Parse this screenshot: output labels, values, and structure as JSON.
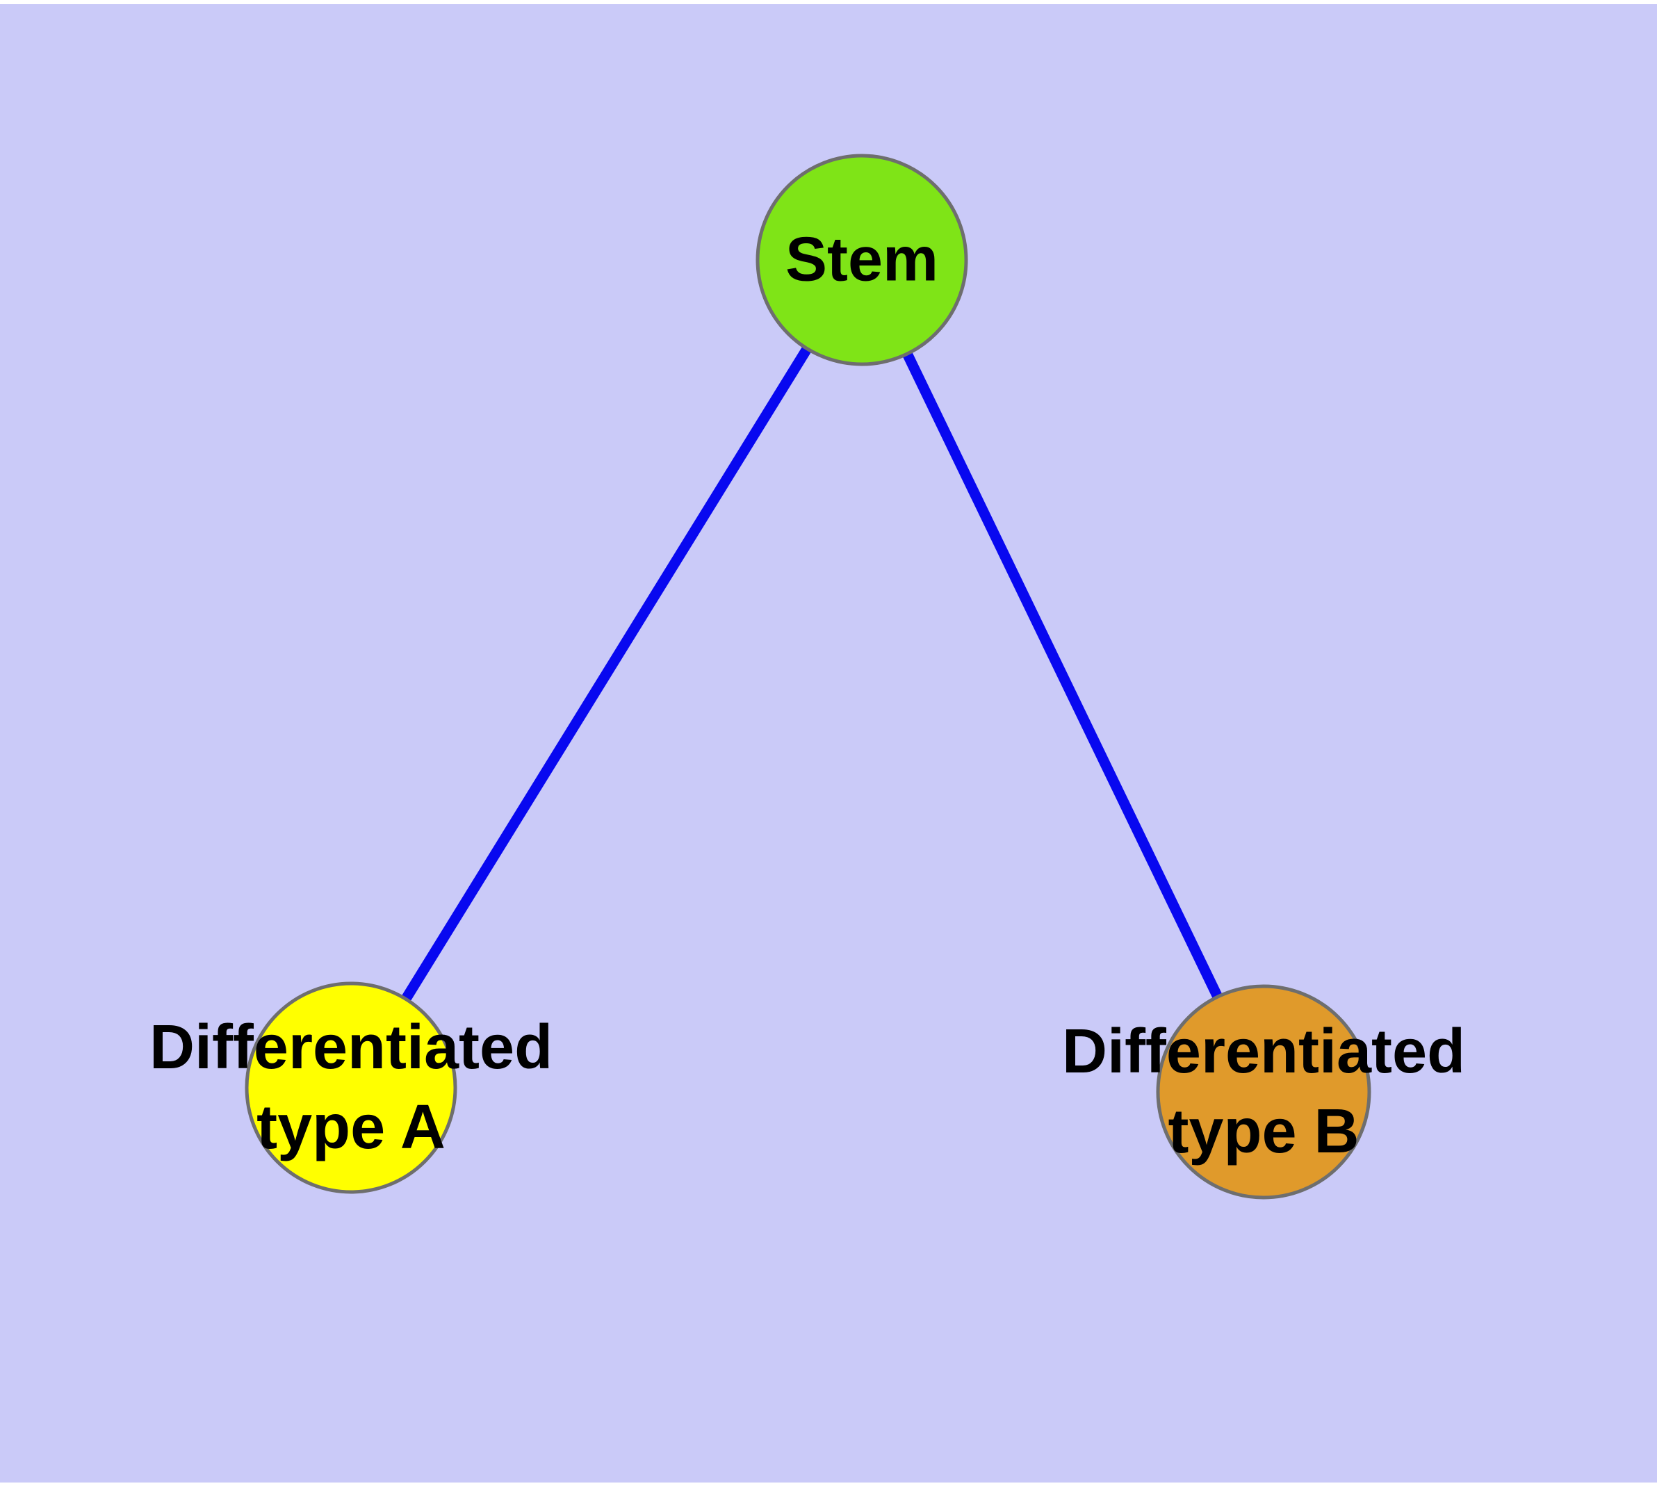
{
  "figure": {
    "description": "Cell differentiation graph diagram",
    "background_color": "#CACAF8",
    "margin_color": "#FFFFFF",
    "label_text_color": "#000000"
  },
  "graph": {
    "nodes": [
      {
        "id": "stem",
        "label": "Stem",
        "fill": "#7FE417",
        "border": "#6E6E6E"
      },
      {
        "id": "differentiated-a",
        "label": "Differentiated\ntype A",
        "fill": "#FFFF00",
        "border": "#6E6E6E"
      },
      {
        "id": "differentiated-b",
        "label": "Differentiated\ntype B",
        "fill": "#E09A2B",
        "border": "#6E6E6E"
      }
    ],
    "edges": [
      {
        "from": "Stem",
        "to": "Differentiated type A",
        "color": "#0808F0"
      },
      {
        "from": "Stem",
        "to": "Differentiated type B",
        "color": "#0808F0"
      }
    ]
  }
}
